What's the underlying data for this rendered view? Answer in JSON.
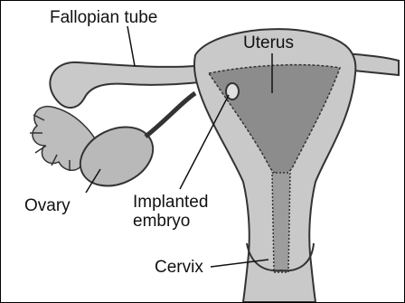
{
  "labels": {
    "fallopian_tube": "Fallopian tube",
    "uterus": "Uterus",
    "ovary": "Ovary",
    "implanted_embryo_line1": "Implanted",
    "implanted_embryo_line2": "embryo",
    "cervix": "Cervix"
  },
  "colors": {
    "tissue_fill": "#c9c9c9",
    "cavity_fill": "#8c8c8c",
    "outline": "#333333",
    "background": "#ffffff"
  }
}
